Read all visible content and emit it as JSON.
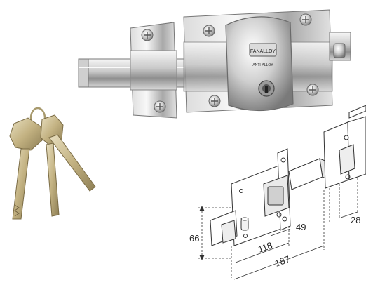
{
  "photo": {
    "lock_brand_mark": "FANALLOY",
    "lock_model_mark": "ANTI-ALLOY"
  },
  "diagram": {
    "dimensions": {
      "height": "66",
      "body_length": "118",
      "cylinder_offset": "49",
      "overall_length": "187",
      "keeper_width": "28"
    }
  },
  "colors": {
    "chrome_light": "#eeeeee",
    "chrome_mid": "#b5b5b5",
    "chrome_dark": "#6f6f6f",
    "key_gold": "#c8b98a",
    "line_art": "#333333"
  }
}
